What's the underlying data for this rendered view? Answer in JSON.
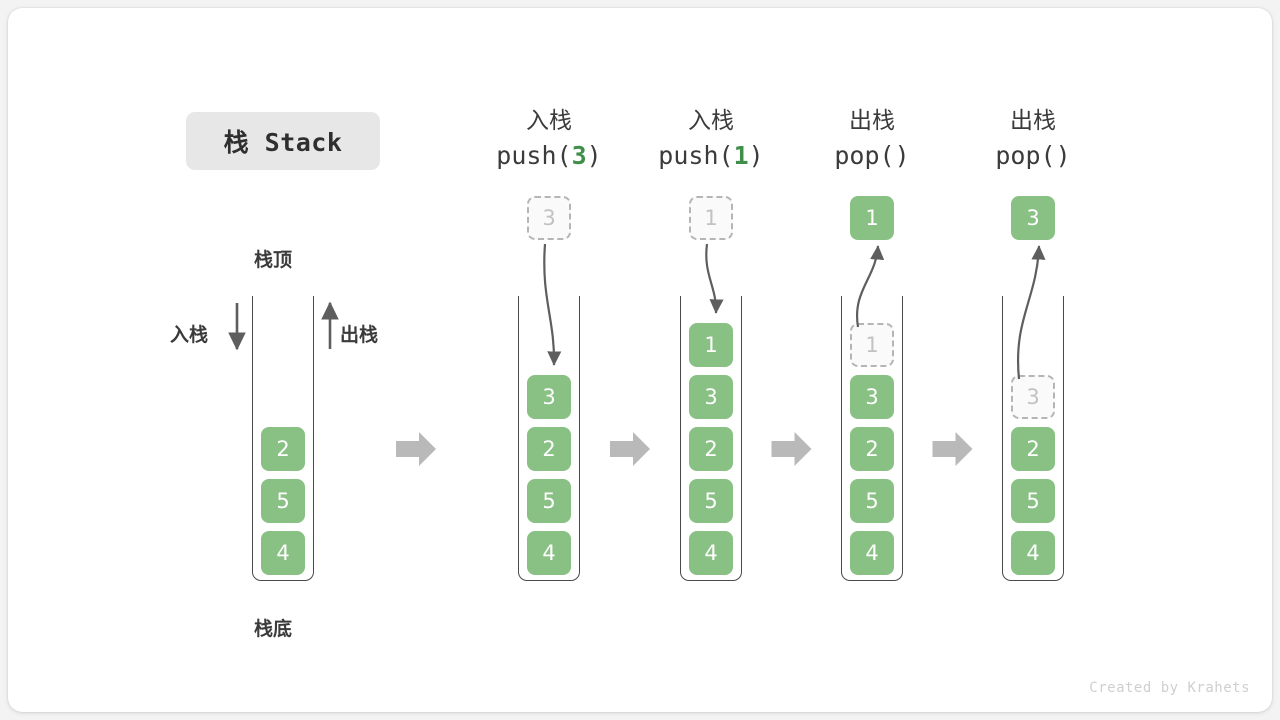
{
  "title_badge": {
    "text": "栈 Stack"
  },
  "labels": {
    "top": "栈顶",
    "bottom": "栈底",
    "push_side": "入栈",
    "pop_side": "出栈"
  },
  "watermark": "Created by Krahets",
  "colors": {
    "cell_fill": "#88c183",
    "cell_text": "#ffffff",
    "ghost_border": "#b5b5b5",
    "ghost_text": "#c2c2c2",
    "arrow_gray": "#b9b9b9",
    "curve_arrow": "#5e5e5e",
    "badge_bg": "#e7e7e7",
    "accent_green": "#3f8f4b",
    "tube_stroke": "#4a4a4a"
  },
  "columns": [
    {
      "id": "initial",
      "header_cn": "",
      "header_code_pre": "",
      "header_code_arg": "",
      "header_code_post": "",
      "cells": [
        {
          "value": "2",
          "state": "solid"
        },
        {
          "value": "5",
          "state": "solid"
        },
        {
          "value": "4",
          "state": "solid"
        }
      ],
      "floating": null
    },
    {
      "id": "push3",
      "header_cn": "入栈",
      "header_code_pre": "push(",
      "header_code_arg": "3",
      "header_code_post": ")",
      "cells": [
        {
          "value": "3",
          "state": "solid"
        },
        {
          "value": "2",
          "state": "solid"
        },
        {
          "value": "5",
          "state": "solid"
        },
        {
          "value": "4",
          "state": "solid"
        }
      ],
      "floating": {
        "value": "3",
        "state": "ghost",
        "direction": "down"
      }
    },
    {
      "id": "push1",
      "header_cn": "入栈",
      "header_code_pre": "push(",
      "header_code_arg": "1",
      "header_code_post": ")",
      "cells": [
        {
          "value": "1",
          "state": "solid"
        },
        {
          "value": "3",
          "state": "solid"
        },
        {
          "value": "2",
          "state": "solid"
        },
        {
          "value": "5",
          "state": "solid"
        },
        {
          "value": "4",
          "state": "solid"
        }
      ],
      "floating": {
        "value": "1",
        "state": "ghost",
        "direction": "down"
      }
    },
    {
      "id": "pop1",
      "header_cn": "出栈",
      "header_code_pre": "pop(",
      "header_code_arg": "",
      "header_code_post": ")",
      "cells": [
        {
          "value": "1",
          "state": "ghost"
        },
        {
          "value": "3",
          "state": "solid"
        },
        {
          "value": "2",
          "state": "solid"
        },
        {
          "value": "5",
          "state": "solid"
        },
        {
          "value": "4",
          "state": "solid"
        }
      ],
      "floating": {
        "value": "1",
        "state": "solid",
        "direction": "up"
      }
    },
    {
      "id": "pop3",
      "header_cn": "出栈",
      "header_code_pre": "pop(",
      "header_code_arg": "",
      "header_code_post": ")",
      "cells": [
        {
          "value": "3",
          "state": "ghost"
        },
        {
          "value": "2",
          "state": "solid"
        },
        {
          "value": "5",
          "state": "solid"
        },
        {
          "value": "4",
          "state": "solid"
        }
      ],
      "floating": {
        "value": "3",
        "state": "solid",
        "direction": "up"
      }
    }
  ],
  "flow_arrows": 4
}
